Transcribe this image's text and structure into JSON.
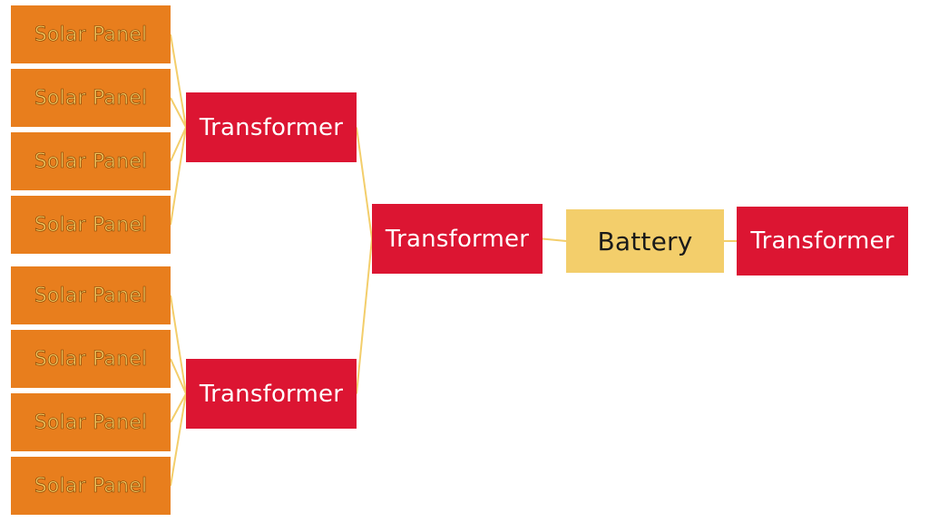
{
  "colors": {
    "solar_panel_fill": "#e87e1d",
    "transformer_fill": "#dc1532",
    "battery_fill": "#f3ce6b",
    "connector": "#f3ce6b"
  },
  "nodes": {
    "solar_panels": [
      {
        "label": "Solar Panel"
      },
      {
        "label": "Solar Panel"
      },
      {
        "label": "Solar Panel"
      },
      {
        "label": "Solar Panel"
      },
      {
        "label": "Solar Panel"
      },
      {
        "label": "Solar Panel"
      },
      {
        "label": "Solar Panel"
      },
      {
        "label": "Solar Panel"
      }
    ],
    "transformer_upper": {
      "label": "Transformer"
    },
    "transformer_lower": {
      "label": "Transformer"
    },
    "transformer_center": {
      "label": "Transformer"
    },
    "battery": {
      "label": "Battery"
    },
    "transformer_output": {
      "label": "Transformer"
    }
  },
  "connections": [
    {
      "from": "solar-panel-1",
      "to": "transformer-upper"
    },
    {
      "from": "solar-panel-2",
      "to": "transformer-upper"
    },
    {
      "from": "solar-panel-3",
      "to": "transformer-upper"
    },
    {
      "from": "solar-panel-4",
      "to": "transformer-upper"
    },
    {
      "from": "solar-panel-5",
      "to": "transformer-lower"
    },
    {
      "from": "solar-panel-6",
      "to": "transformer-lower"
    },
    {
      "from": "solar-panel-7",
      "to": "transformer-lower"
    },
    {
      "from": "solar-panel-8",
      "to": "transformer-lower"
    },
    {
      "from": "transformer-upper",
      "to": "transformer-center"
    },
    {
      "from": "transformer-lower",
      "to": "transformer-center"
    },
    {
      "from": "transformer-center",
      "to": "battery"
    },
    {
      "from": "battery",
      "to": "transformer-output"
    }
  ]
}
